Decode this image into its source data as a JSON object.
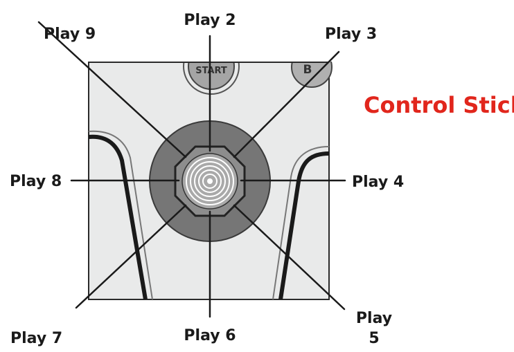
{
  "title": "Control Stick",
  "colors": {
    "title": "#e1261c",
    "panel": "#e9eaea",
    "stick_outer": "#767676",
    "stick_inner": "#8a8a8a",
    "button": "#a5a5a5",
    "ink": "#1a1a1a"
  },
  "controller": {
    "start_button_label": "START",
    "b_button_label": "B"
  },
  "plays": {
    "play2": "Play 2",
    "play3": "Play 3",
    "play4": "Play 4",
    "play5_line1": "Play",
    "play5_line2": "5",
    "play6": "Play 6",
    "play7": "Play 7",
    "play8": "Play 8",
    "play9": "Play 9"
  }
}
